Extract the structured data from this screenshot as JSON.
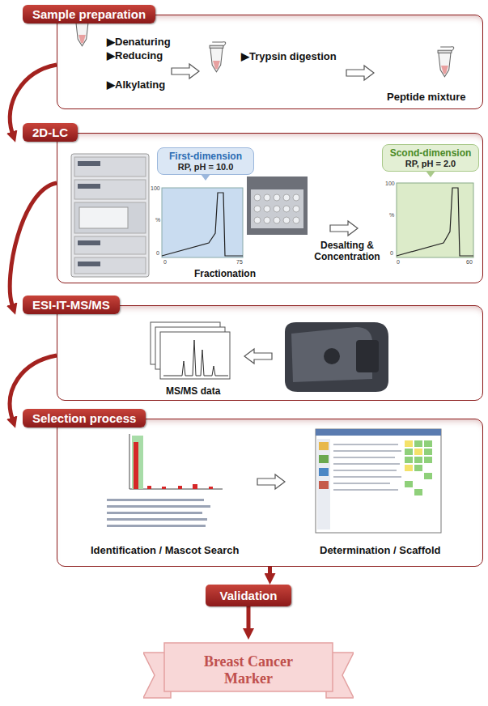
{
  "diagram": {
    "nodes": [
      {
        "text": [
          "Sample preparation"
        ]
      },
      {
        "text": [
          "2D-LC"
        ]
      },
      {
        "text": [
          "First-dimension",
          "RP, pH = 10.0"
        ],
        "in": 1
      },
      {
        "text": [
          "Scond-dimension",
          "RP, pH = 2.0"
        ],
        "in": 1
      },
      {
        "text": [
          "ESI-IT-MS/MS"
        ]
      },
      {
        "text": [
          "Selection process"
        ]
      },
      {
        "text": [
          "Validation"
        ]
      },
      {
        "text": [
          "Breast Cancer Marker"
        ]
      }
    ],
    "edges": [
      {
        "from": 0,
        "to": 1,
        "arrow": "to"
      },
      {
        "from": 1,
        "to": 4,
        "arrow": "to"
      },
      {
        "from": 4,
        "to": 5,
        "arrow": "to"
      },
      {
        "from": 5,
        "to": 6,
        "arrow": "to"
      },
      {
        "from": 6,
        "to": 7,
        "arrow": "to"
      }
    ],
    "labels": [
      "▶Denaturing",
      "▶Reducing",
      "▶Alkylating",
      "▶Trypsin digestion",
      "Peptide mixture",
      "100",
      "%",
      "0",
      "0",
      "75",
      "Fractionation",
      "100",
      "%",
      "0",
      "0",
      "60",
      "Desalting & Concentration",
      "MS/MS data",
      "Identification / Mascot Search",
      "Determination / Scaffold"
    ]
  }
}
